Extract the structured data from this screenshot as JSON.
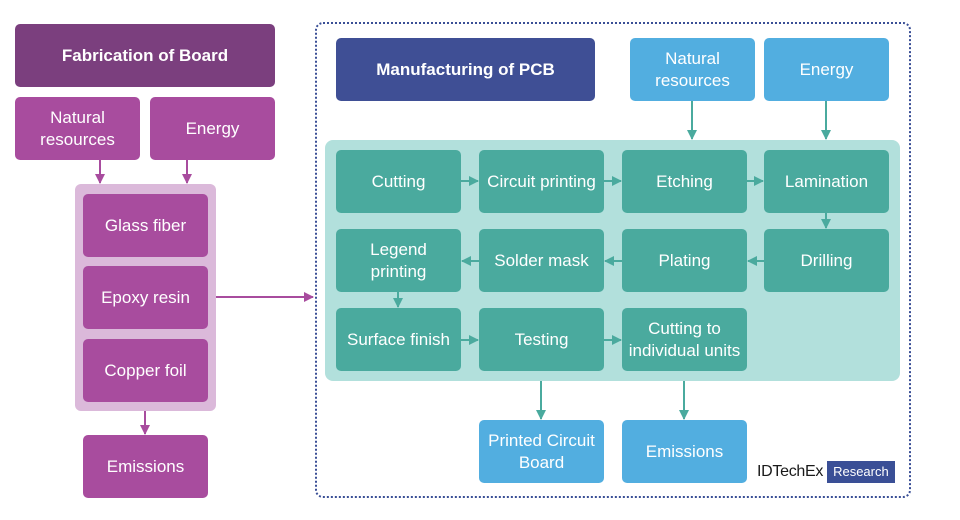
{
  "fabrication": {
    "title": "Fabrication of Board",
    "inputs": [
      "Natural resources",
      "Energy"
    ],
    "materials": [
      "Glass fiber",
      "Epoxy resin",
      "Copper foil"
    ],
    "output": "Emissions"
  },
  "manufacturing": {
    "title": "Manufacturing of PCB",
    "inputs": [
      "Natural resources",
      "Energy"
    ],
    "steps": [
      "Cutting",
      "Circuit printing",
      "Etching",
      "Lamination",
      "Legend printing",
      "Solder mask",
      "Plating",
      "Drilling",
      "Surface finish",
      "Testing",
      "Cutting to individual units"
    ],
    "outputs": [
      "Printed Circuit Board",
      "Emissions"
    ]
  },
  "logo": {
    "main": "IDTechEx",
    "sub": "Research"
  },
  "colors": {
    "fab_title": "#7b3f7e",
    "purple": "#a84c9e",
    "purple_panel": "#dbb9da",
    "mfg_title": "#3f4f95",
    "blue": "#52aee0",
    "teal": "#4aaa9e",
    "teal_panel": "#b2e0dc",
    "dashed_border": "#3a4f96"
  }
}
